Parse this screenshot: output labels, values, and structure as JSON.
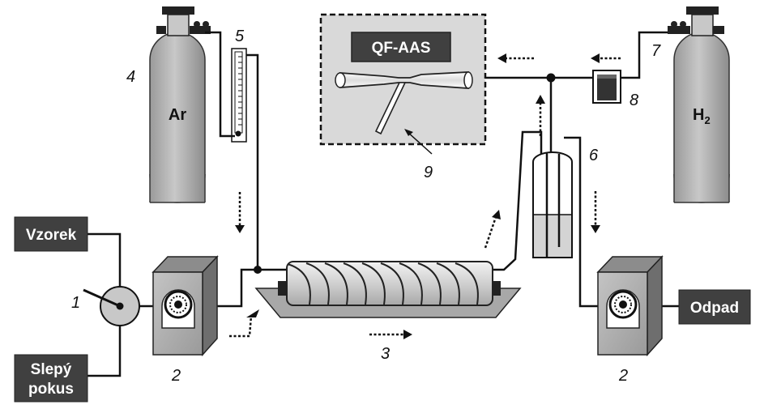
{
  "labels": {
    "instrument": "QF-AAS",
    "sample": "Vzorek",
    "blank_line1": "Slepý",
    "blank_line2": "pokus",
    "waste": "Odpad",
    "argon": "Ar",
    "hydrogen": "H",
    "hydrogen_sub": "2"
  },
  "numbers": {
    "valve": "1",
    "pump_left": "2",
    "pump_right": "2",
    "reactor": "3",
    "argon_cylinder": "4",
    "flowmeter": "5",
    "separator": "6",
    "hydrogen_cylinder": "7",
    "flow_controller": "8",
    "atomizer": "9"
  },
  "colors": {
    "box_fill": "#404040",
    "cylinder": "#b4b4b4",
    "panel": "#d9d9d9",
    "line": "#111111"
  }
}
